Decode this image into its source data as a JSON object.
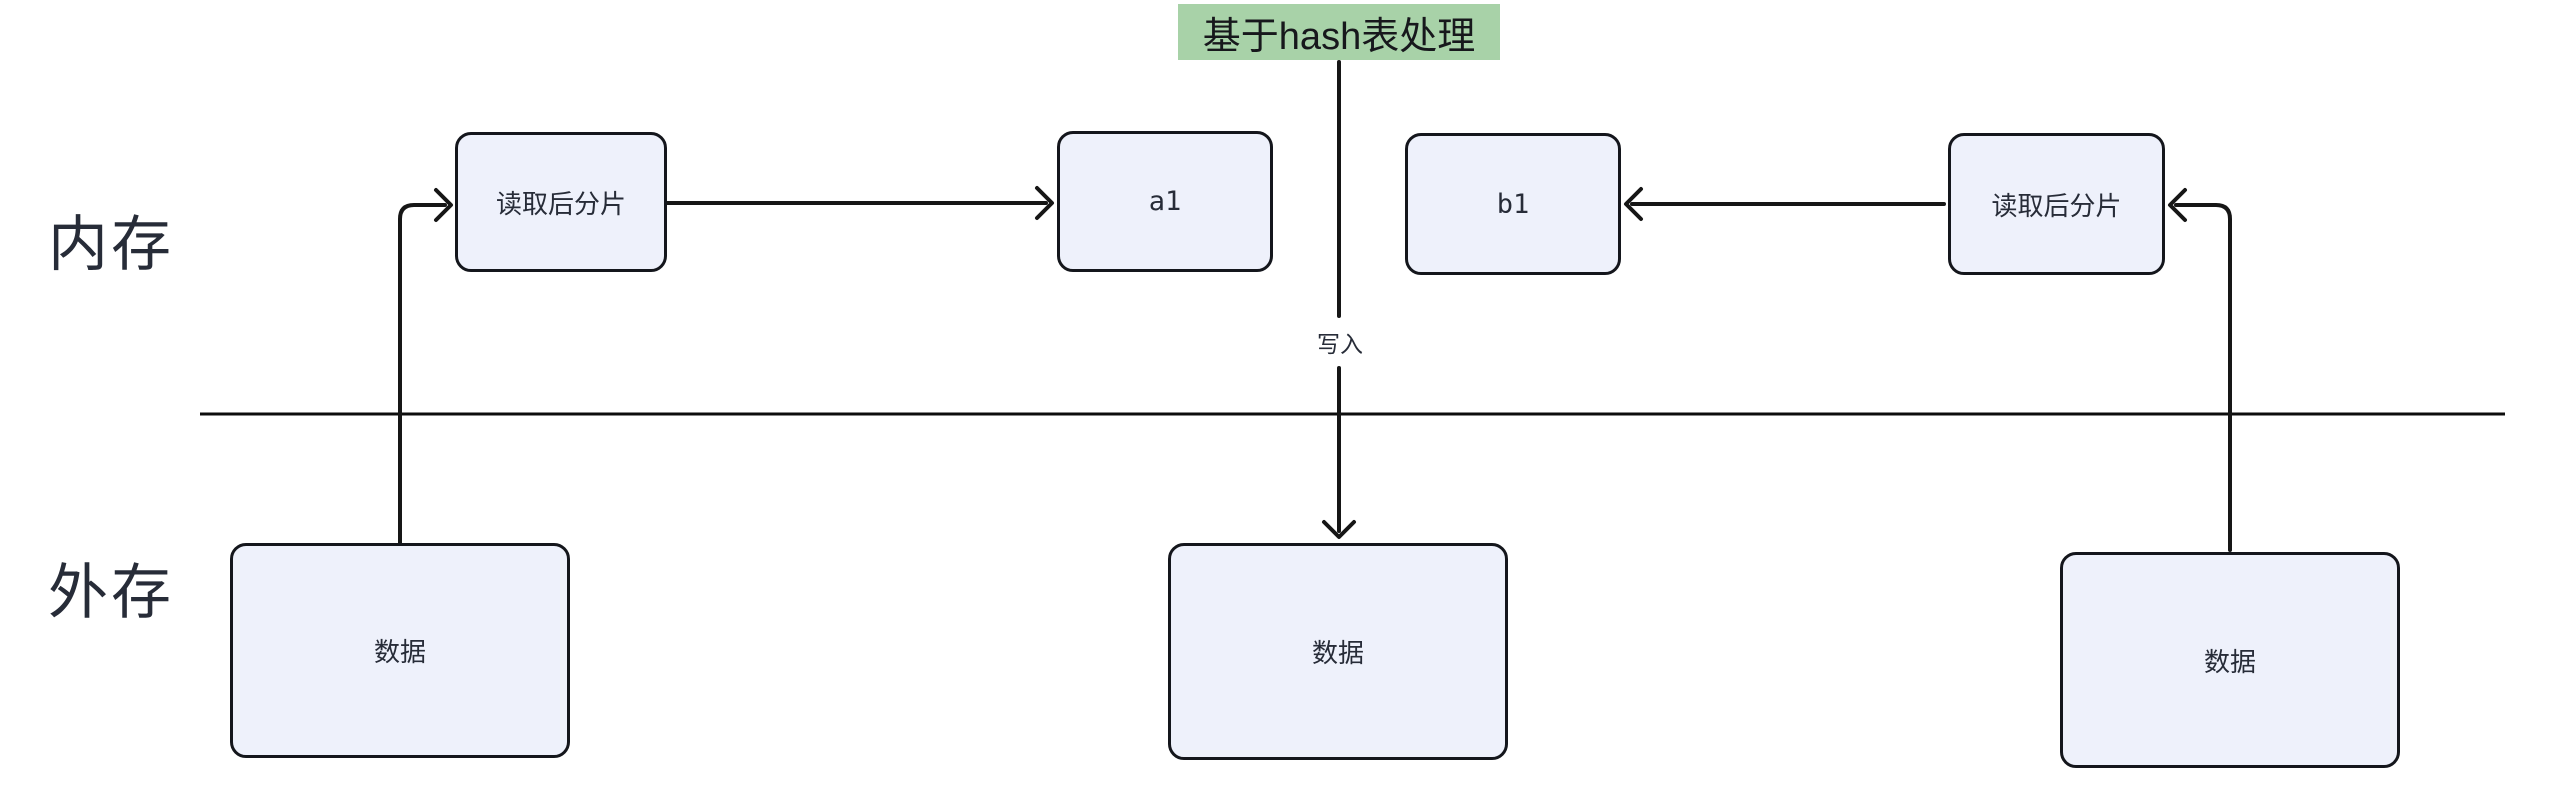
{
  "title": {
    "text": "基于hash表处理"
  },
  "regions": {
    "memory": {
      "label": "内存"
    },
    "disk": {
      "label": "外存"
    }
  },
  "nodes": {
    "read_shard_left": {
      "label": "读取后分片"
    },
    "a1": {
      "label": "a1"
    },
    "b1": {
      "label": "b1"
    },
    "read_shard_right": {
      "label": "读取后分片"
    },
    "data_left": {
      "label": "数据"
    },
    "data_middle": {
      "label": "数据"
    },
    "data_right": {
      "label": "数据"
    }
  },
  "edges": {
    "write_label": "写入"
  },
  "colors": {
    "title_highlight": "#a8d2a8",
    "node_fill": "#eef1fb",
    "node_border": "#14161c",
    "connector": "#161616",
    "text": "#272c38",
    "background": "#ffffff"
  }
}
